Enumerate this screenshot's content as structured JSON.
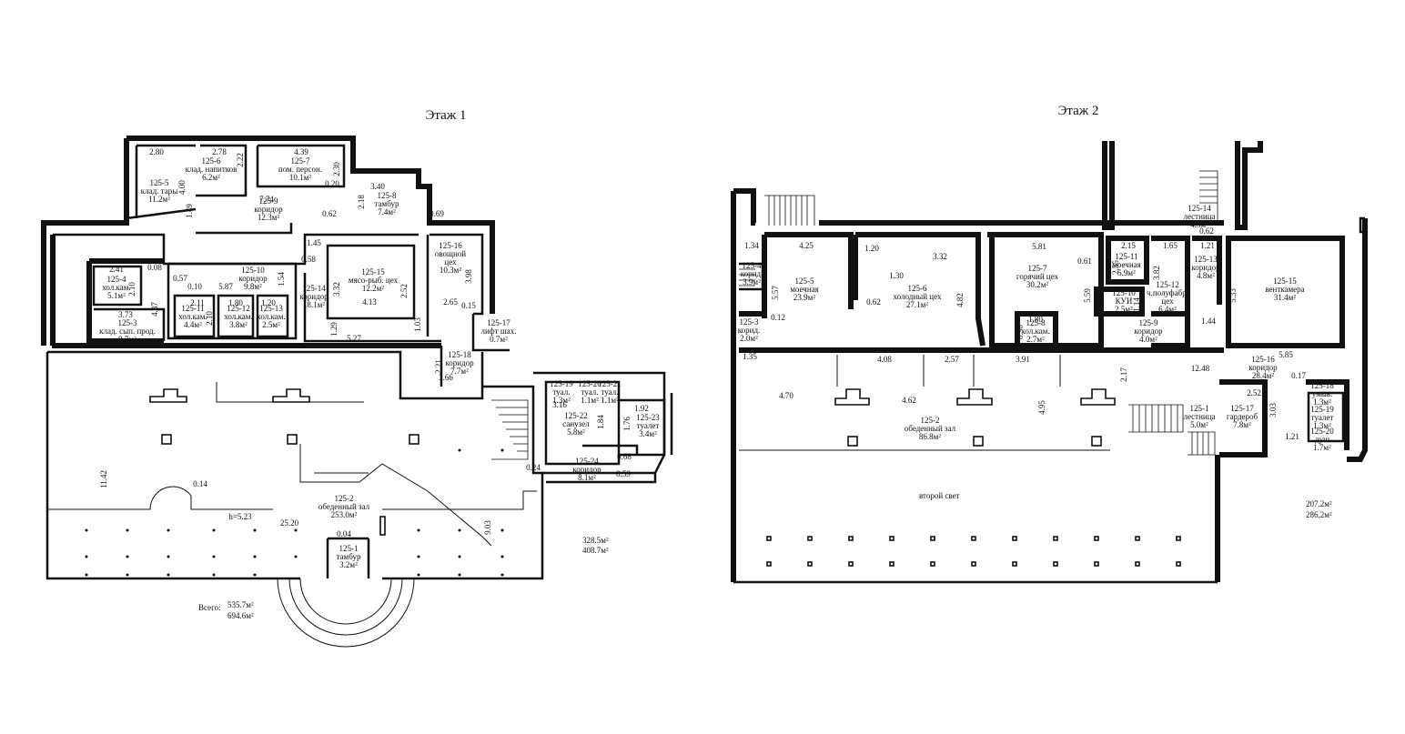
{
  "floors": [
    {
      "title": "Этаж 1",
      "totals": [
        "328.5м²",
        "408.7м²"
      ],
      "grand_total": {
        "label": "Всего:",
        "values": [
          "535.7м²",
          "694.6м²"
        ]
      },
      "rooms": [
        {
          "id": "r1-5",
          "lines": [
            "125-5",
            "клад. тары",
            "11.2м²"
          ]
        },
        {
          "id": "r1-6",
          "lines": [
            "125-6",
            "клад. напитков",
            "6.2м²"
          ]
        },
        {
          "id": "r1-7",
          "lines": [
            "125-7",
            "пом. персон.",
            "10.1м²"
          ]
        },
        {
          "id": "r1-9",
          "lines": [
            "125-9",
            "коридор",
            "12.3м²"
          ]
        },
        {
          "id": "r1-8",
          "lines": [
            "125-8",
            "тамбур",
            "7.4м²"
          ]
        },
        {
          "id": "r1-16",
          "lines": [
            "125-16",
            "овощной",
            "цех",
            "10.3м²"
          ]
        },
        {
          "id": "r1-10",
          "lines": [
            "125-10",
            "коридор",
            "9.8м²"
          ]
        },
        {
          "id": "r1-15",
          "lines": [
            "125-15",
            "мясо-рыб. цех",
            "12.2м²"
          ]
        },
        {
          "id": "r1-14",
          "lines": [
            "125-14",
            "коридор",
            "18.1м²"
          ]
        },
        {
          "id": "r1-4",
          "lines": [
            "125-4",
            "хол.кам.",
            "5.1м²"
          ]
        },
        {
          "id": "r1-3",
          "lines": [
            "125-3",
            "клад. сып. прод.",
            "9.7м²"
          ]
        },
        {
          "id": "r1-11",
          "lines": [
            "125-11",
            "хол.кам.",
            "4.4м²"
          ]
        },
        {
          "id": "r1-12",
          "lines": [
            "125-12",
            "хол.кам.",
            "3.8м²"
          ]
        },
        {
          "id": "r1-13",
          "lines": [
            "125-13",
            "хол.кам.",
            "2.5м²"
          ]
        },
        {
          "id": "r1-17",
          "lines": [
            "125-17",
            "лифт шах.",
            "0.7м²"
          ]
        },
        {
          "id": "r1-18",
          "lines": [
            "125-18",
            "коридор",
            "7.7м²"
          ]
        },
        {
          "id": "r1-19",
          "lines": [
            "125-19",
            "туал.",
            "1.3м²"
          ]
        },
        {
          "id": "r1-20",
          "lines": [
            "125-20",
            "туал.",
            "1.1м²"
          ]
        },
        {
          "id": "r1-21",
          "lines": [
            "125-21",
            "туал.",
            "1.1м²"
          ]
        },
        {
          "id": "r1-22",
          "lines": [
            "125-22",
            "санузел",
            "5.8м²"
          ]
        },
        {
          "id": "r1-23",
          "lines": [
            "125-23",
            "туалет",
            "3.4м²"
          ]
        },
        {
          "id": "r1-24",
          "lines": [
            "125-24",
            "коридор",
            "8.1м²"
          ]
        },
        {
          "id": "r1-2",
          "lines": [
            "125-2",
            "обеденный зал",
            "253.0м²"
          ]
        },
        {
          "id": "r1-1",
          "lines": [
            "125-1",
            "тамбур",
            "3.2м²"
          ]
        }
      ],
      "dims": [
        "2.80",
        "2.78",
        "2.22",
        "4.39",
        "2.30",
        "4.00",
        "3.40",
        "7.74",
        "0.20",
        "2.18",
        "1.49",
        "0.62",
        "0.69",
        "1.45",
        "0.58",
        "2.41",
        "0.08",
        "0.57",
        "0.10",
        "5.87",
        "2.10",
        "1.54",
        "3.32",
        "2.52",
        "3.98",
        "4.13",
        "2.65",
        "0.15",
        "2.11",
        "2.10",
        "1.80",
        "1.20",
        "4.37",
        "3.73",
        "1.29",
        "5.27",
        "1.03",
        "2.21",
        "3.66",
        "3.16",
        "1.84",
        "1.92",
        "1.76",
        "0.68",
        "0.24",
        "8.59",
        "11.42",
        "0.14",
        "h=5.23",
        "25.20",
        "9.03",
        "0.04"
      ]
    },
    {
      "title": "Этаж 2",
      "totals": [
        "207.2м²",
        "286.2м²"
      ],
      "second_light": "второй свет",
      "rooms": [
        {
          "id": "r2-14",
          "lines": [
            "125-14",
            "лестница",
            "4.5м²"
          ]
        },
        {
          "id": "r2-4",
          "lines": [
            "125-4",
            "корид.",
            "3.9м²"
          ]
        },
        {
          "id": "r2-5",
          "lines": [
            "125-5",
            "моечная",
            "23.9м²"
          ]
        },
        {
          "id": "r2-6",
          "lines": [
            "125-6",
            "холодный цех",
            "27.1м²"
          ]
        },
        {
          "id": "r2-7",
          "lines": [
            "125-7",
            "горячий цех",
            "30.2м²"
          ]
        },
        {
          "id": "r2-11",
          "lines": [
            "125-11",
            "моечная",
            "5.9м²"
          ]
        },
        {
          "id": "r2-12",
          "lines": [
            "125-12",
            "ч.полуфабр.",
            "цех",
            "6.4м²"
          ]
        },
        {
          "id": "r2-13",
          "lines": [
            "125-13",
            "коридор",
            "4.8м²"
          ]
        },
        {
          "id": "r2-15",
          "lines": [
            "125-15",
            "венткамера",
            "31.4м²"
          ]
        },
        {
          "id": "r2-10",
          "lines": [
            "125-10",
            "КУИ",
            "2.5м²"
          ]
        },
        {
          "id": "r2-8",
          "lines": [
            "125-8",
            "хол.кам.",
            "2.7м²"
          ]
        },
        {
          "id": "r2-9",
          "lines": [
            "125-9",
            "коридор",
            "4.0м²"
          ]
        },
        {
          "id": "r2-3",
          "lines": [
            "125-3",
            "корид.",
            "2.0м²"
          ]
        },
        {
          "id": "r2-16",
          "lines": [
            "125-16",
            "коридор",
            "28.4м²"
          ]
        },
        {
          "id": "r2-18",
          "lines": [
            "125-18",
            "умыв.",
            "1.3м²"
          ]
        },
        {
          "id": "r2-19",
          "lines": [
            "125-19",
            "туалет",
            "1.3м²"
          ]
        },
        {
          "id": "r2-20",
          "lines": [
            "125-20",
            "душ",
            "1.7м²"
          ]
        },
        {
          "id": "r2-17",
          "lines": [
            "125-17",
            "гардероб",
            "7.8м²"
          ]
        },
        {
          "id": "r2-1",
          "lines": [
            "125-1",
            "лестница",
            "5.0м²"
          ]
        },
        {
          "id": "r2-2",
          "lines": [
            "125-2",
            "обеденный зал",
            "86.8м²"
          ]
        }
      ],
      "dims": [
        "1.34",
        "4.25",
        "1.20",
        "1.30",
        "3.32",
        "5.81",
        "0.61",
        "2.15",
        "1.65",
        "1.21",
        "0.62",
        "2.55",
        "3.82",
        "5.57",
        "0.62",
        "4.82",
        "5.59",
        "1.14",
        "5.33",
        "0.12",
        "1.80",
        "0.90",
        "1.44",
        "5.85",
        "1.35",
        "4.08",
        "2.57",
        "3.91",
        "2.17",
        "12.48",
        "0.17",
        "4.70",
        "4.62",
        "4.95",
        "2.52",
        "3.03",
        "1.21"
      ]
    }
  ]
}
